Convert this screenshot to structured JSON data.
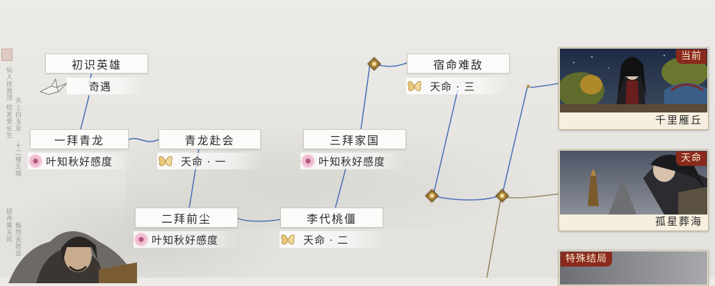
{
  "nodes": {
    "chushi": {
      "title": "初识英雄",
      "sub": "奇遇"
    },
    "yibai": {
      "title": "一拜青龙",
      "sub": "叶知秋好感度"
    },
    "qinglong": {
      "title": "青龙赴会",
      "sub": "天命 · 一"
    },
    "erbai": {
      "title": "二拜前尘",
      "sub": "叶知秋好感度"
    },
    "lidai": {
      "title": "李代桃僵",
      "sub": "天命 · 二"
    },
    "sanbai": {
      "title": "三拜家国",
      "sub": "叶知秋好感度"
    },
    "suming": {
      "title": "宿命难敌",
      "sub": "天命 · 三"
    }
  },
  "cards": [
    {
      "caption": "千里雁丘",
      "badge": "当前"
    },
    {
      "caption": "孤星葬海",
      "badge": "天命"
    },
    {
      "caption": "",
      "badge": "特殊结局"
    }
  ],
  "calligraphy": [
    "仙人抚我顶",
    "结发受长生",
    "天上白玉京",
    "十二楼五城",
    "轻舟乘天风",
    "飘然去若云"
  ],
  "colors": {
    "line": "#4f74b8",
    "badge": "#8a2a1c",
    "card_bg": "#f6efdf"
  }
}
